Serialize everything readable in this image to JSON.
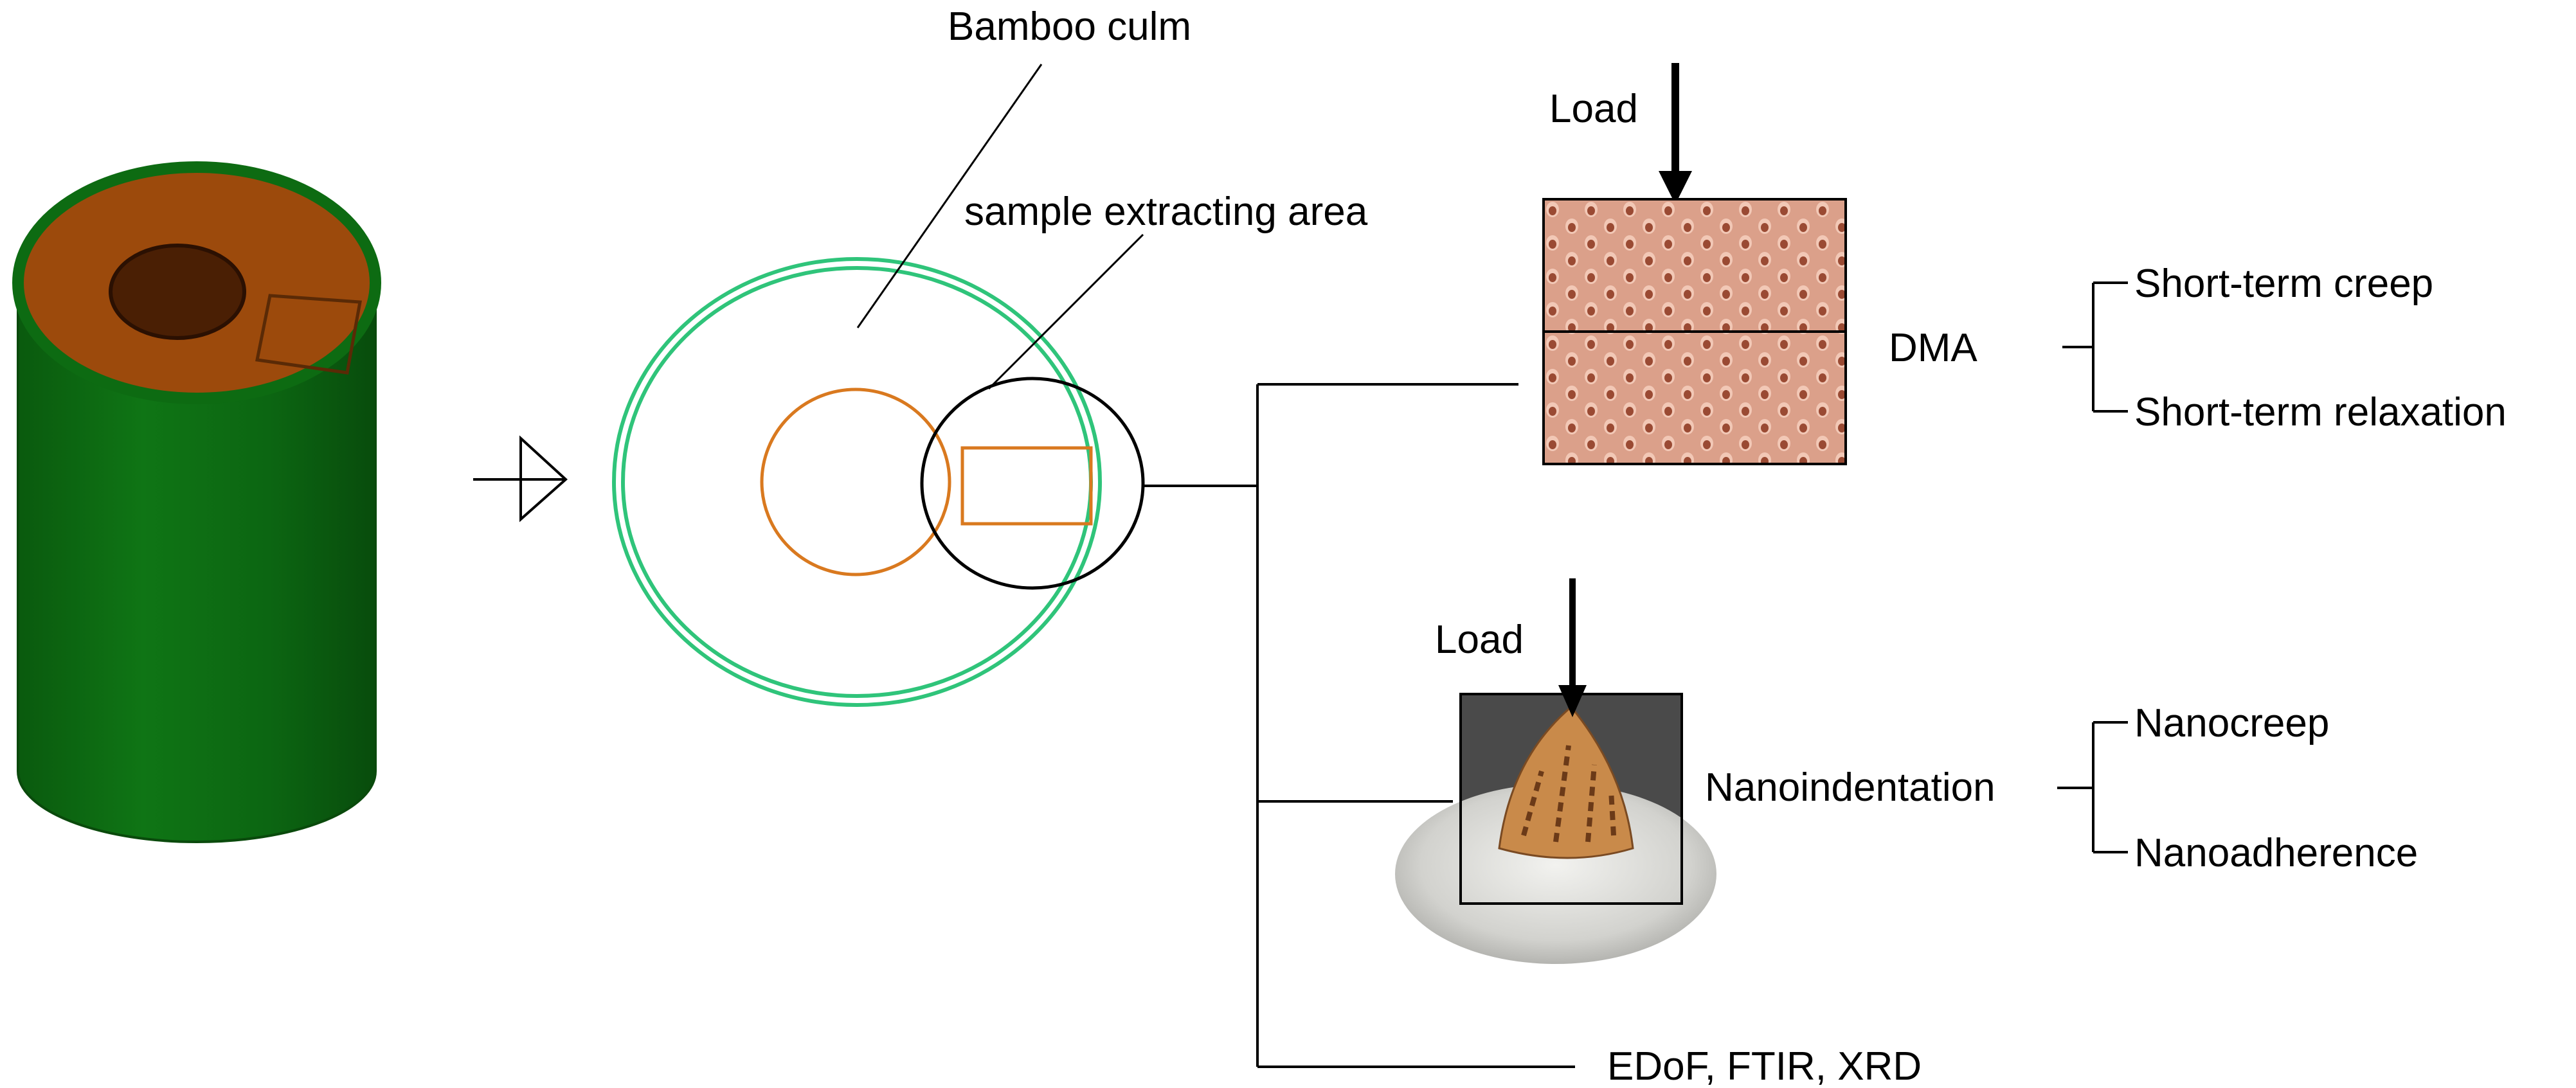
{
  "labels": {
    "bamboo_culm": "Bamboo culm",
    "sample_area": "sample extracting area",
    "load_dma": "Load",
    "load_nano": "Load",
    "dma": "DMA",
    "short_term_creep": "Short-term creep",
    "short_term_relaxation": "Short-term relaxation",
    "nanoindentation": "Nanoindentation",
    "nanocreep": "Nanocreep",
    "nanoadherence": "Nanoadherence",
    "edof_ftir_xrd": "EDoF, FTIR, XRD"
  },
  "colors": {
    "cylinder_body": "#0d6b12",
    "cylinder_top": "#9c4a0c",
    "cylinder_hole": "#4a1f04",
    "ring_green": "#2fc47a",
    "orange_outline": "#d9791f",
    "dma_sample": "#d99c82",
    "dma_cell": "#9a4a33",
    "nano_background": "#4a4a4a",
    "nano_dish": "#d5d5d2",
    "nano_specimen": "#c98a4a"
  },
  "icons": {
    "view_arrow": "view-direction-arrow-icon",
    "load_arrow": "down-arrow-icon"
  }
}
